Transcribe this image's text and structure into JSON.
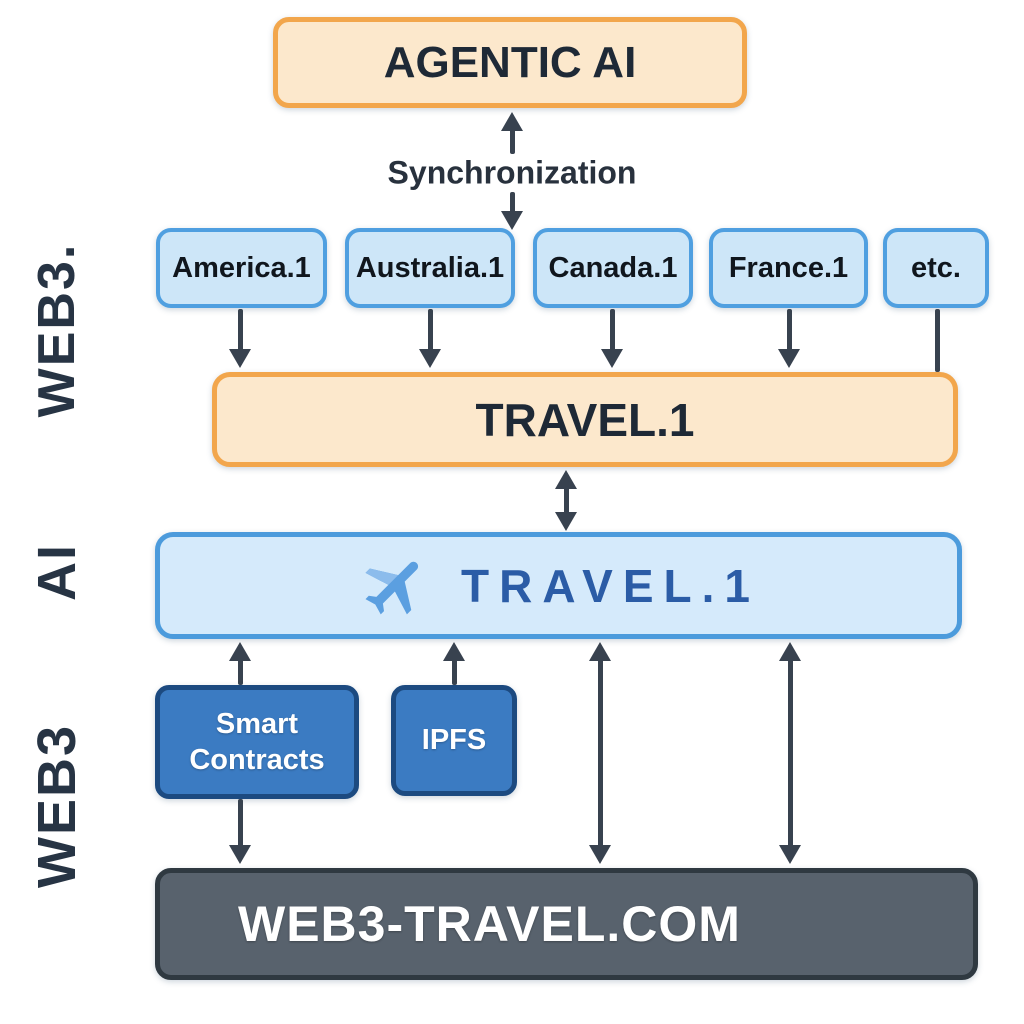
{
  "side_labels": {
    "web3_top": "WEB3.",
    "ai": "AI",
    "web3_bottom": "WEB3"
  },
  "nodes": {
    "agentic_ai": "AGENTIC AI",
    "sync": "Synchronization",
    "countries": [
      "America.1",
      "Australia.1",
      "Canada.1",
      "France.1",
      "etc."
    ],
    "travel_hub": "TRAVEL.1",
    "travel_app": "TRAVEL.1",
    "smart_contracts": "Smart Contracts",
    "ipfs": "IPFS",
    "website": "WEB3-TRAVEL.COM"
  },
  "icons": {
    "plane": "plane-icon"
  },
  "colors": {
    "peach_fill": "#FCE8CC",
    "peach_border": "#F2A64C",
    "node_fill": "#CDE6F8",
    "node_border": "#4F9FE0",
    "app_fill": "#D5EAFB",
    "app_border": "#4C9BDC",
    "chain_fill": "#3B7BC2",
    "chain_border": "#1C4A80",
    "site_fill": "#58626D",
    "site_border": "#2F3941",
    "arrow": "#38424F",
    "text_dark": "#1E2936",
    "text_blue": "#2B5CA6",
    "text_white": "#FFFFFF"
  }
}
